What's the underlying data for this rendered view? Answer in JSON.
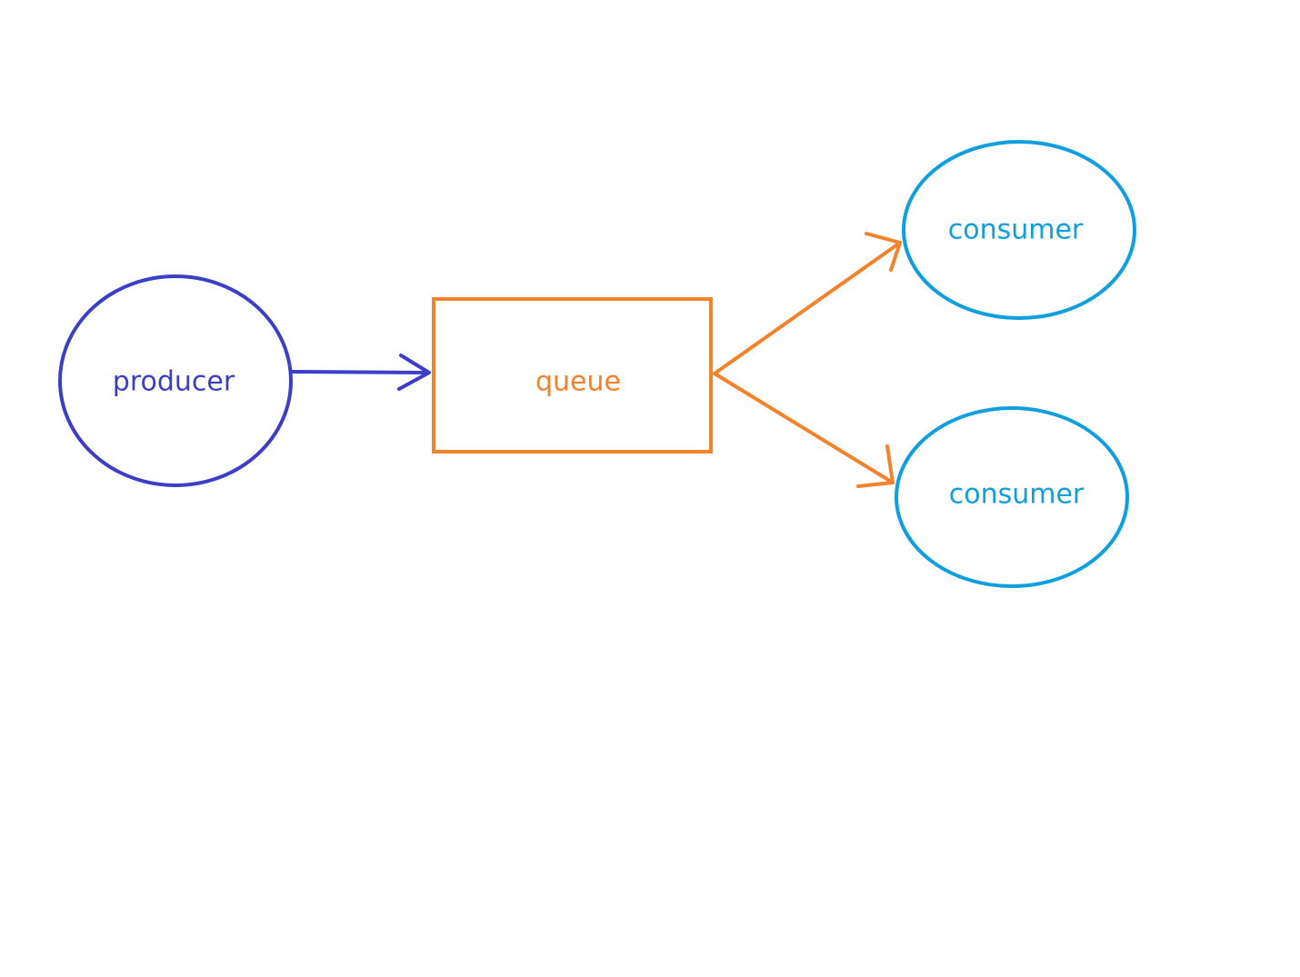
{
  "nodes": {
    "producer": {
      "label": "producer",
      "color": "#3b3fc8"
    },
    "queue": {
      "label": "queue",
      "color": "#f5812a"
    },
    "consumer_1": {
      "label": "consumer",
      "color": "#0f9ee0"
    },
    "consumer_2": {
      "label": "consumer",
      "color": "#0f9ee0"
    }
  },
  "edges": [
    {
      "from": "producer",
      "to": "queue",
      "color": "#3b3fc8"
    },
    {
      "from": "queue",
      "to": "consumer_1",
      "color": "#f5812a"
    },
    {
      "from": "queue",
      "to": "consumer_2",
      "color": "#f5812a"
    }
  ]
}
